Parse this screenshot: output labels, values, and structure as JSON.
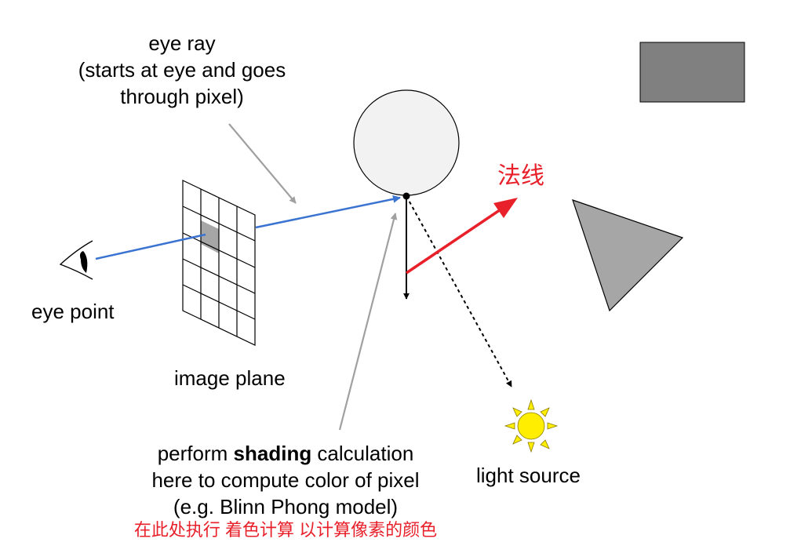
{
  "labels": {
    "eye_ray": [
      "eye ray",
      "(starts at eye and goes",
      "through pixel)"
    ],
    "eye_point": "eye point",
    "image_plane": "image plane",
    "normal": "法线",
    "light_source": "light source",
    "shading": {
      "before": "perform ",
      "bold": "shading",
      "after": " calculation",
      "line2": "here to compute color of pixel",
      "line3": "(e.g. Blinn Phong model)",
      "chinese": "在此处执行 着色计算 以计算像素的颜色"
    }
  },
  "colors": {
    "eye_ray": "#3b73d1",
    "normal_arrow": "#e8202a",
    "annotation_arrow": "#a0a0a0",
    "sphere_fill": "#f2f2f2",
    "triangle_fill": "#a6a6a6",
    "rectangle_fill": "#808080",
    "sun_fill": "#ffee00",
    "pixel_fill": "#a6a6a6"
  },
  "icons": [
    "eye-icon",
    "sun-icon"
  ]
}
